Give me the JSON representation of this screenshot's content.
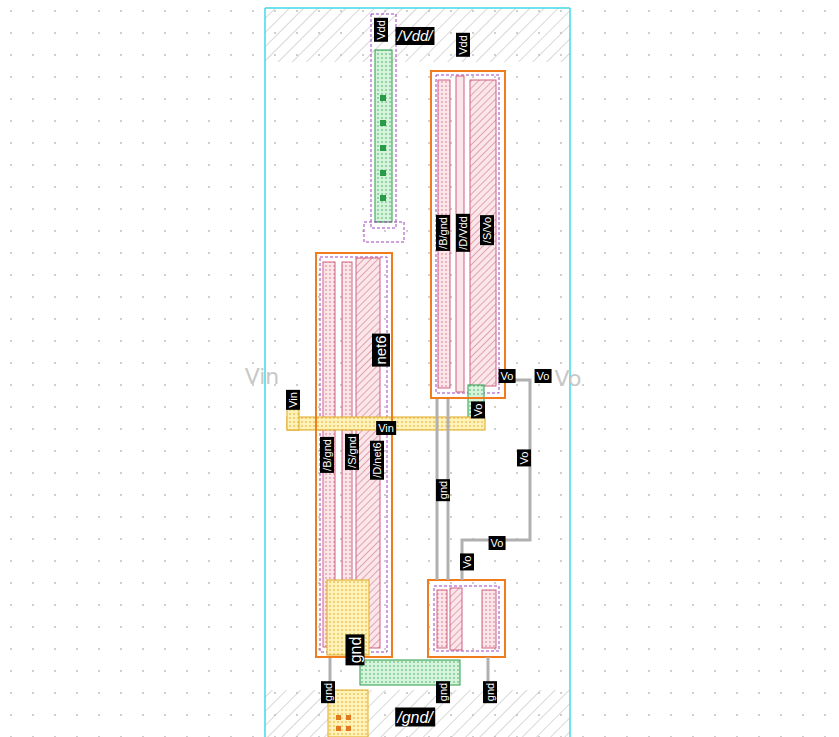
{
  "diagram": {
    "nodes": [
      {
        "text": [
          "/B/gnd",
          "/D/Vdd",
          "/S/Vo"
        ]
      },
      {
        "text": [
          "/B/gnd",
          "/S/gnd",
          "/D/net6"
        ]
      }
    ],
    "labels": [
      "Vdd",
      "/Vdd/",
      "Vdd",
      "net6",
      "Vin",
      "Vo",
      "Vo",
      "Vo",
      "Vin",
      "Vin",
      "Vo",
      "gnd",
      "Vo",
      "Vo",
      "Vo",
      "gnd",
      "gnd",
      "gnd",
      "gnd",
      "/gnd/"
    ]
  }
}
